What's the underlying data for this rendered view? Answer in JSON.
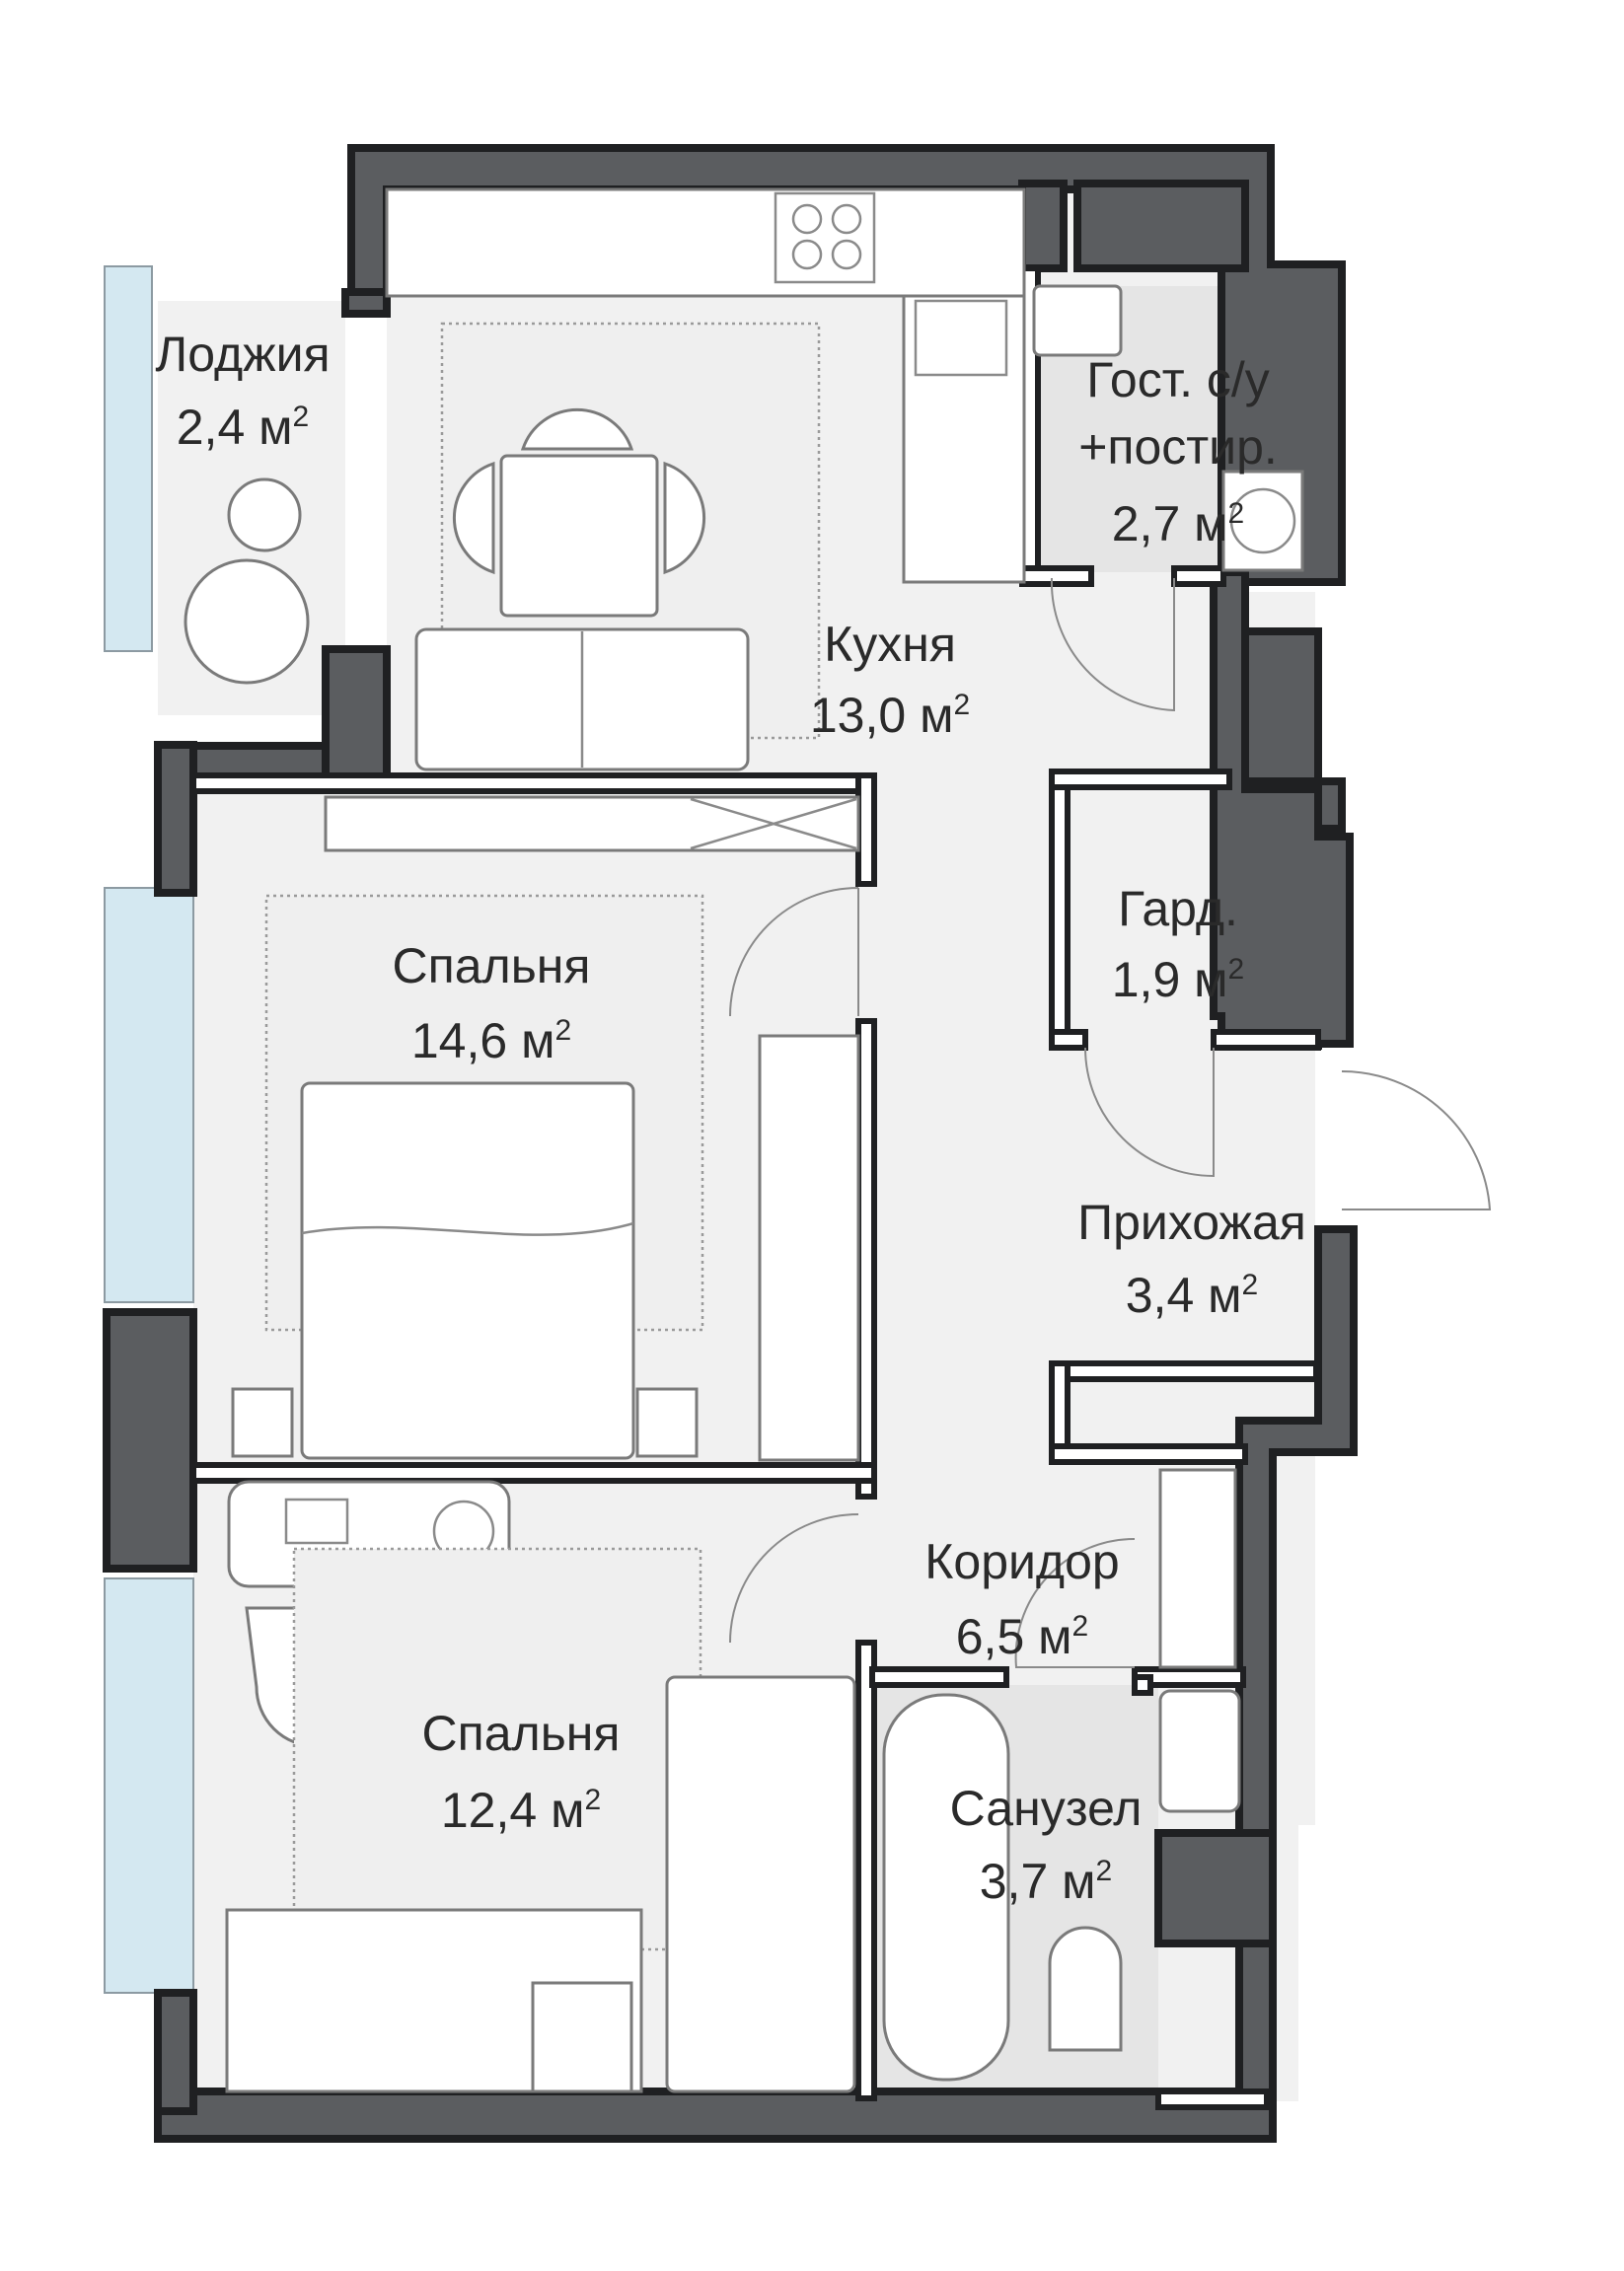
{
  "rooms": [
    {
      "id": "loggia",
      "name": "Лоджия",
      "area": "2,4",
      "unit": "м",
      "unit_sup": "2"
    },
    {
      "id": "kitchen",
      "name": "Кухня",
      "area": "13,0",
      "unit": "м",
      "unit_sup": "2"
    },
    {
      "id": "guest-wc",
      "name": "Гост. с/у",
      "name2": "+постир.",
      "area": "2,7",
      "unit": "м",
      "unit_sup": "2"
    },
    {
      "id": "wardrobe",
      "name": "Гард.",
      "area": "1,9",
      "unit": "м",
      "unit_sup": "2"
    },
    {
      "id": "bedroom-1",
      "name": "Спальня",
      "area": "14,6",
      "unit": "м",
      "unit_sup": "2"
    },
    {
      "id": "hallway",
      "name": "Прихожая",
      "area": "3,4",
      "unit": "м",
      "unit_sup": "2"
    },
    {
      "id": "corridor",
      "name": "Коридор",
      "area": "6,5",
      "unit": "м",
      "unit_sup": "2"
    },
    {
      "id": "bedroom-2",
      "name": "Спальня",
      "area": "12,4",
      "unit": "м",
      "unit_sup": "2"
    },
    {
      "id": "bathroom",
      "name": "Санузел",
      "area": "3,7",
      "unit": "м",
      "unit_sup": "2"
    }
  ]
}
